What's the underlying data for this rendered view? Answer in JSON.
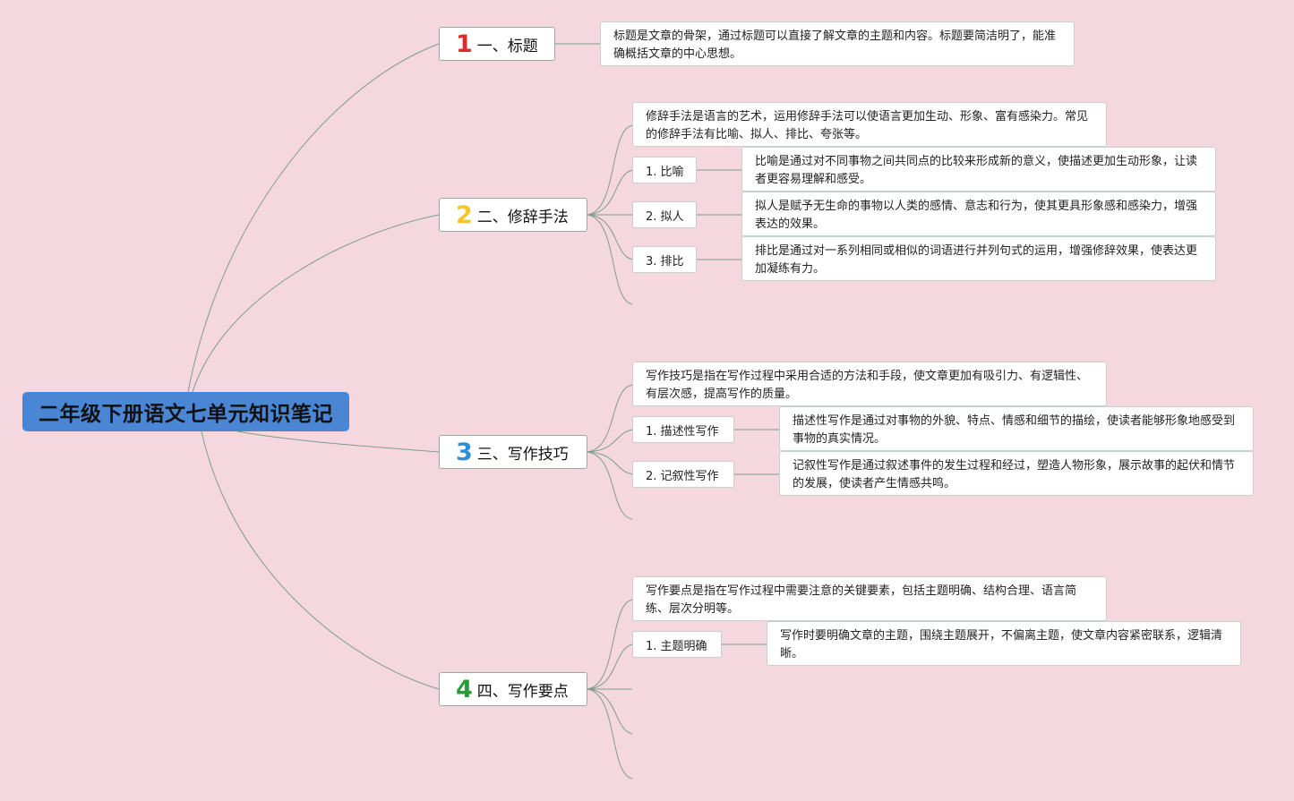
{
  "root": {
    "label": "二年级下册语文七单元知识笔记"
  },
  "colors": {
    "background": "#f5d7df",
    "root_fill": "#4a86d4",
    "line": "#7e9b8e",
    "num1": "#e0282e",
    "num2": "#f2c531",
    "num3": "#2f8fd6",
    "num4": "#2a9a3a"
  },
  "branches": [
    {
      "number": "1",
      "label": "一、标题",
      "desc": "标题是文章的骨架，通过标题可以直接了解文章的主题和内容。标题要简洁明了，能准确概括文章的中心思想。"
    },
    {
      "number": "2",
      "label": "二、修辞手法",
      "desc": "修辞手法是语言的艺术，运用修辞手法可以使语言更加生动、形象、富有感染力。常见的修辞手法有比喻、拟人、排比、夸张等。",
      "children": [
        {
          "label": "1. 比喻",
          "desc": "比喻是通过对不同事物之间共同点的比较来形成新的意义，使描述更加生动形象，让读者更容易理解和感受。"
        },
        {
          "label": "2. 拟人",
          "desc": "拟人是赋予无生命的事物以人类的感情、意志和行为，使其更具形象感和感染力，增强表达的效果。"
        },
        {
          "label": "3. 排比",
          "desc": "排比是通过对一系列相同或相似的词语进行并列句式的运用，增强修辞效果，使表达更加凝练有力。"
        }
      ]
    },
    {
      "number": "3",
      "label": "三、写作技巧",
      "desc": "写作技巧是指在写作过程中采用合适的方法和手段，使文章更加有吸引力、有逻辑性、有层次感，提高写作的质量。",
      "children": [
        {
          "label": "1. 描述性写作",
          "desc": "描述性写作是通过对事物的外貌、特点、情感和细节的描绘，使读者能够形象地感受到事物的真实情况。"
        },
        {
          "label": "2. 记叙性写作",
          "desc": "记叙性写作是通过叙述事件的发生过程和经过，塑造人物形象，展示故事的起伏和情节的发展，使读者产生情感共鸣。"
        }
      ]
    },
    {
      "number": "4",
      "label": "四、写作要点",
      "desc": "写作要点是指在写作过程中需要注意的关键要素，包括主题明确、结构合理、语言简练、层次分明等。",
      "children": [
        {
          "label": "1. 主题明确",
          "desc": "写作时要明确文章的主题，围绕主题展开，不偏离主题，使文章内容紧密联系，逻辑清晰。"
        }
      ]
    }
  ]
}
